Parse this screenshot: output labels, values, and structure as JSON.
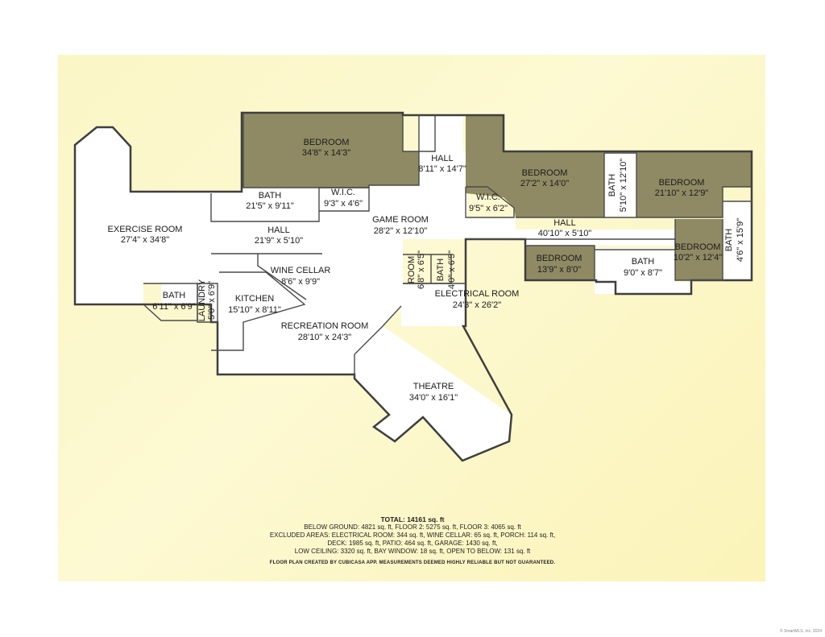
{
  "rooms": {
    "bedroom_1": {
      "name": "BEDROOM",
      "size": "34'8\" x 14'3\""
    },
    "hall_1": {
      "name": "HALL",
      "size": "8'11\" x 14'7\""
    },
    "bedroom_2": {
      "name": "BEDROOM",
      "size": "27'2\" x 14'0\""
    },
    "bath_1": {
      "name": "BATH",
      "size": "5'10\" x 12'10\""
    },
    "bedroom_3": {
      "name": "BEDROOM",
      "size": "21'10\" x 12'9\""
    },
    "bath_2": {
      "name": "BATH",
      "size": "21'5\" x 9'11\""
    },
    "wic_1": {
      "name": "W.I.C.",
      "size": "9'3\" x 4'6\""
    },
    "wic_2": {
      "name": "W.I.C.",
      "size": "9'5\" x 6'2\""
    },
    "exercise": {
      "name": "EXERCISE ROOM",
      "size": "27'4\" x 34'8\""
    },
    "hall_2": {
      "name": "HALL",
      "size": "21'9\" x 5'10\""
    },
    "game": {
      "name": "GAME ROOM",
      "size": "28'2\" x 12'10\""
    },
    "hall_3": {
      "name": "HALL",
      "size": "40'10\" x 5'10\""
    },
    "bath_3": {
      "name": "BATH",
      "size": "4'6\" x 15'9\""
    },
    "bedroom_4": {
      "name": "BEDROOM",
      "size": "10'2\" x 12'4\""
    },
    "bedroom_5": {
      "name": "BEDROOM",
      "size": "13'9\" x 8'0\""
    },
    "bath_4": {
      "name": "BATH",
      "size": "9'0\" x 8'7\""
    },
    "wine": {
      "name": "WINE CELLAR",
      "size": "8'6\" x 9'9\""
    },
    "room_small": {
      "name": "ROOM",
      "size": "6'8\" x 6'5\""
    },
    "bath_5": {
      "name": "BATH",
      "size": "4'0\" x 6'5\""
    },
    "electrical": {
      "name": "ELECTRICAL ROOM",
      "size": "24'3\" x 26'2\""
    },
    "bath_6": {
      "name": "BATH",
      "size": "6'11\" x 6'9\""
    },
    "laundry": {
      "name": "LAUNDRY",
      "size": "5'0\" x 6'9\""
    },
    "kitchen": {
      "name": "KITCHEN",
      "size": "15'10\" x 8'11\""
    },
    "recreation": {
      "name": "RECREATION ROOM",
      "size": "28'10\" x 24'3\""
    },
    "theatre": {
      "name": "THEATRE",
      "size": "34'0\" x 16'1\""
    }
  },
  "footer": {
    "total": "TOTAL: 14161 sq. ft",
    "line1": "BELOW GROUND: 4821 sq. ft, FLOOR 2: 5275 sq. ft, FLOOR 3: 4065 sq. ft",
    "line2": "EXCLUDED AREAS: ELECTRICAL ROOM: 344 sq. ft, WINE CELLAR: 65 sq. ft, PORCH: 114 sq. ft,",
    "line3": "DECK: 1985 sq. ft, PATIO: 464 sq. ft, GARAGE: 1430 sq. ft,",
    "line4": "LOW CEILING: 3320 sq. ft, BAY WINDOW: 18 sq. ft, OPEN TO BELOW: 131 sq. ft",
    "disclaimer": "FLOOR PLAN CREATED BY CUBICASA APP. MEASUREMENTS DEEMED HIGHLY RELIABLE BUT NOT GUARANTEED."
  },
  "copyright": "© SmartMLS, Inc. 2024",
  "colors": {
    "shaded_room": "#8f8a63",
    "wall": "#3f3f3f",
    "background": "#fbf6c6"
  }
}
